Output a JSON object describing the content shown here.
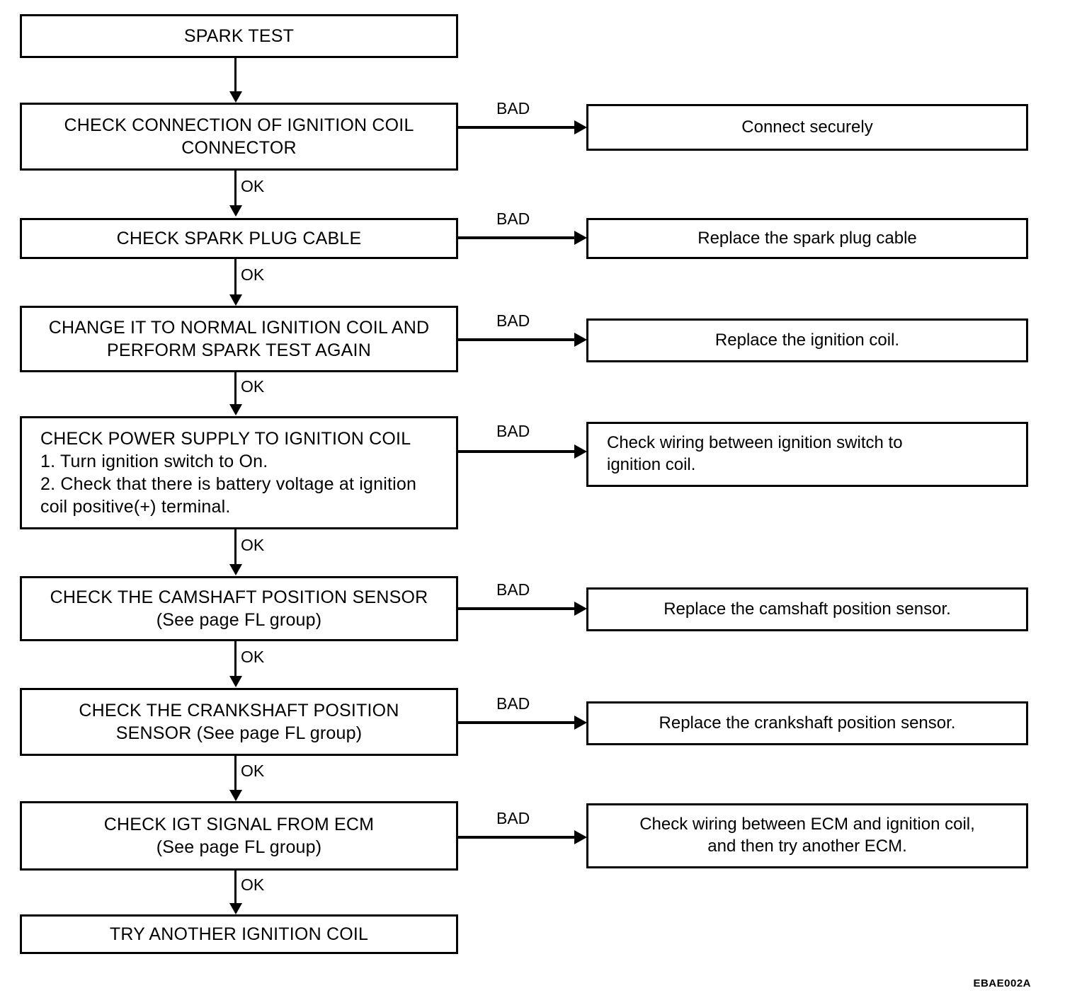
{
  "figure": {
    "code": "EBAE002A",
    "title": "SPARK TEST troubleshooting flowchart"
  },
  "labels": {
    "ok": "OK",
    "bad": "BAD"
  },
  "steps": [
    {
      "id": "spark-test",
      "text": "SPARK TEST"
    },
    {
      "id": "check-connection-ignition-coil-connector",
      "text": "CHECK CONNECTION OF IGNITION COIL\nCONNECTOR"
    },
    {
      "id": "check-spark-plug-cable",
      "text": "CHECK SPARK PLUG CABLE"
    },
    {
      "id": "change-to-normal-ignition-coil",
      "text": "CHANGE IT TO NORMAL IGNITION COIL AND\nPERFORM SPARK TEST AGAIN"
    },
    {
      "id": "check-power-supply-to-ignition-coil",
      "text": "CHECK POWER SUPPLY TO IGNITION COIL\n1. Turn ignition switch to On.\n2. Check that there is battery voltage at ignition\n    coil positive(+) terminal."
    },
    {
      "id": "check-camshaft-position-sensor",
      "text": "CHECK THE CAMSHAFT POSITION SENSOR\n(See page FL group)"
    },
    {
      "id": "check-crankshaft-position-sensor",
      "text": "CHECK THE CRANKSHAFT POSITION\nSENSOR (See page FL group)"
    },
    {
      "id": "check-igt-signal-from-ecm",
      "text": "CHECK IGT SIGNAL FROM ECM\n(See page FL group)"
    },
    {
      "id": "try-another-ignition-coil",
      "text": "TRY ANOTHER IGNITION COIL"
    }
  ],
  "remedies": [
    {
      "id": "connect-securely",
      "text": "Connect securely"
    },
    {
      "id": "replace-spark-plug-cable",
      "text": "Replace the spark plug cable"
    },
    {
      "id": "replace-ignition-coil",
      "text": "Replace the ignition coil."
    },
    {
      "id": "check-wiring-ignition-switch-to-coil",
      "text": "Check wiring between ignition switch to\nignition coil."
    },
    {
      "id": "replace-camshaft-position-sensor",
      "text": "Replace the camshaft position sensor."
    },
    {
      "id": "replace-crankshaft-position-sensor",
      "text": "Replace the crankshaft position sensor."
    },
    {
      "id": "check-wiring-ecm-and-ignition-coil",
      "text": "Check wiring between ECM and ignition coil,\nand then try another ECM."
    }
  ],
  "ok_connectors": [
    {
      "from": "spark-test",
      "to": "check-connection-ignition-coil-connector",
      "label": ""
    },
    {
      "from": "check-connection-ignition-coil-connector",
      "to": "check-spark-plug-cable",
      "label": "OK"
    },
    {
      "from": "check-spark-plug-cable",
      "to": "change-to-normal-ignition-coil",
      "label": "OK"
    },
    {
      "from": "change-to-normal-ignition-coil",
      "to": "check-power-supply-to-ignition-coil",
      "label": "OK"
    },
    {
      "from": "check-power-supply-to-ignition-coil",
      "to": "check-camshaft-position-sensor",
      "label": "OK"
    },
    {
      "from": "check-camshaft-position-sensor",
      "to": "check-crankshaft-position-sensor",
      "label": "OK"
    },
    {
      "from": "check-crankshaft-position-sensor",
      "to": "check-igt-signal-from-ecm",
      "label": "OK"
    },
    {
      "from": "check-igt-signal-from-ecm",
      "to": "try-another-ignition-coil",
      "label": "OK"
    }
  ],
  "bad_connectors": [
    {
      "from": "check-connection-ignition-coil-connector",
      "to": "connect-securely",
      "label": "BAD"
    },
    {
      "from": "check-spark-plug-cable",
      "to": "replace-spark-plug-cable",
      "label": "BAD"
    },
    {
      "from": "change-to-normal-ignition-coil",
      "to": "replace-ignition-coil",
      "label": "BAD"
    },
    {
      "from": "check-power-supply-to-ignition-coil",
      "to": "check-wiring-ignition-switch-to-coil",
      "label": "BAD"
    },
    {
      "from": "check-camshaft-position-sensor",
      "to": "replace-camshaft-position-sensor",
      "label": "BAD"
    },
    {
      "from": "check-crankshaft-position-sensor",
      "to": "replace-crankshaft-position-sensor",
      "label": "BAD"
    },
    {
      "from": "check-igt-signal-from-ecm",
      "to": "check-wiring-ecm-and-ignition-coil",
      "label": "BAD"
    }
  ]
}
